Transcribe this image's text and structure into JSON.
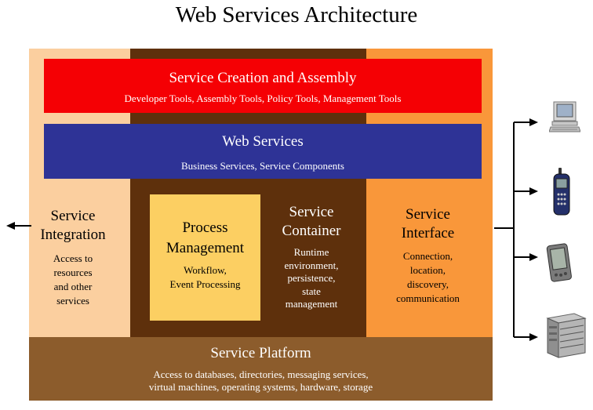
{
  "title": "Web Services Architecture",
  "colors": {
    "integration": "#fbcf9f",
    "container": "#5e300c",
    "interface": "#f9973a",
    "creation": "#f50004",
    "web_services": "#2e3396",
    "platform": "#8c5c2c",
    "process": "#fccf62"
  },
  "creation": {
    "title": "Service Creation and Assembly",
    "subtitle": "Developer Tools, Assembly Tools, Policy Tools, Management Tools"
  },
  "web_services": {
    "title": "Web Services",
    "subtitle": "Business Services, Service Components"
  },
  "integration": {
    "title_line1": "Service",
    "title_line2": "Integration",
    "desc_lines": [
      "Access to",
      "resources",
      "and other",
      "services"
    ]
  },
  "process": {
    "title_line1": "Process",
    "title_line2": "Management",
    "desc_lines": [
      "Workflow,",
      "Event Processing"
    ]
  },
  "container": {
    "title_line1": "Service",
    "title_line2": "Container",
    "desc_lines": [
      "Runtime",
      "environment,",
      "persistence,",
      "state",
      "management"
    ]
  },
  "interface": {
    "title_line1": "Service",
    "title_line2": "Interface",
    "desc_lines": [
      "Connection,",
      "location,",
      "discovery,",
      "communication"
    ]
  },
  "platform": {
    "title": "Service Platform",
    "desc_lines": [
      "Access to databases, directories, messaging services,",
      "virtual machines, operating systems, hardware, storage"
    ]
  },
  "devices": [
    "desktop-computer-icon",
    "mobile-phone-icon",
    "pda-icon",
    "server-icon"
  ]
}
